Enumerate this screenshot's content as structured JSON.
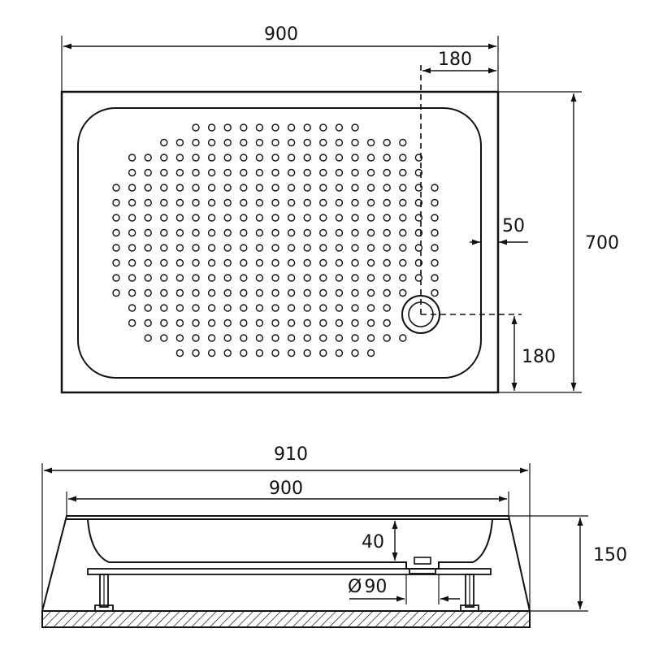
{
  "top_view": {
    "width_label": "900",
    "drain_offset_x_label": "180",
    "rim_label": "50",
    "height_label": "700",
    "drain_offset_y_label": "180"
  },
  "side_view": {
    "outer_width_label": "910",
    "inner_width_label": "900",
    "depth_label": "40",
    "total_height_label": "150",
    "drain_diameter_label": "90",
    "diameter_symbol": "Ø"
  },
  "colors": {
    "line": "#111111",
    "background": "#ffffff"
  }
}
